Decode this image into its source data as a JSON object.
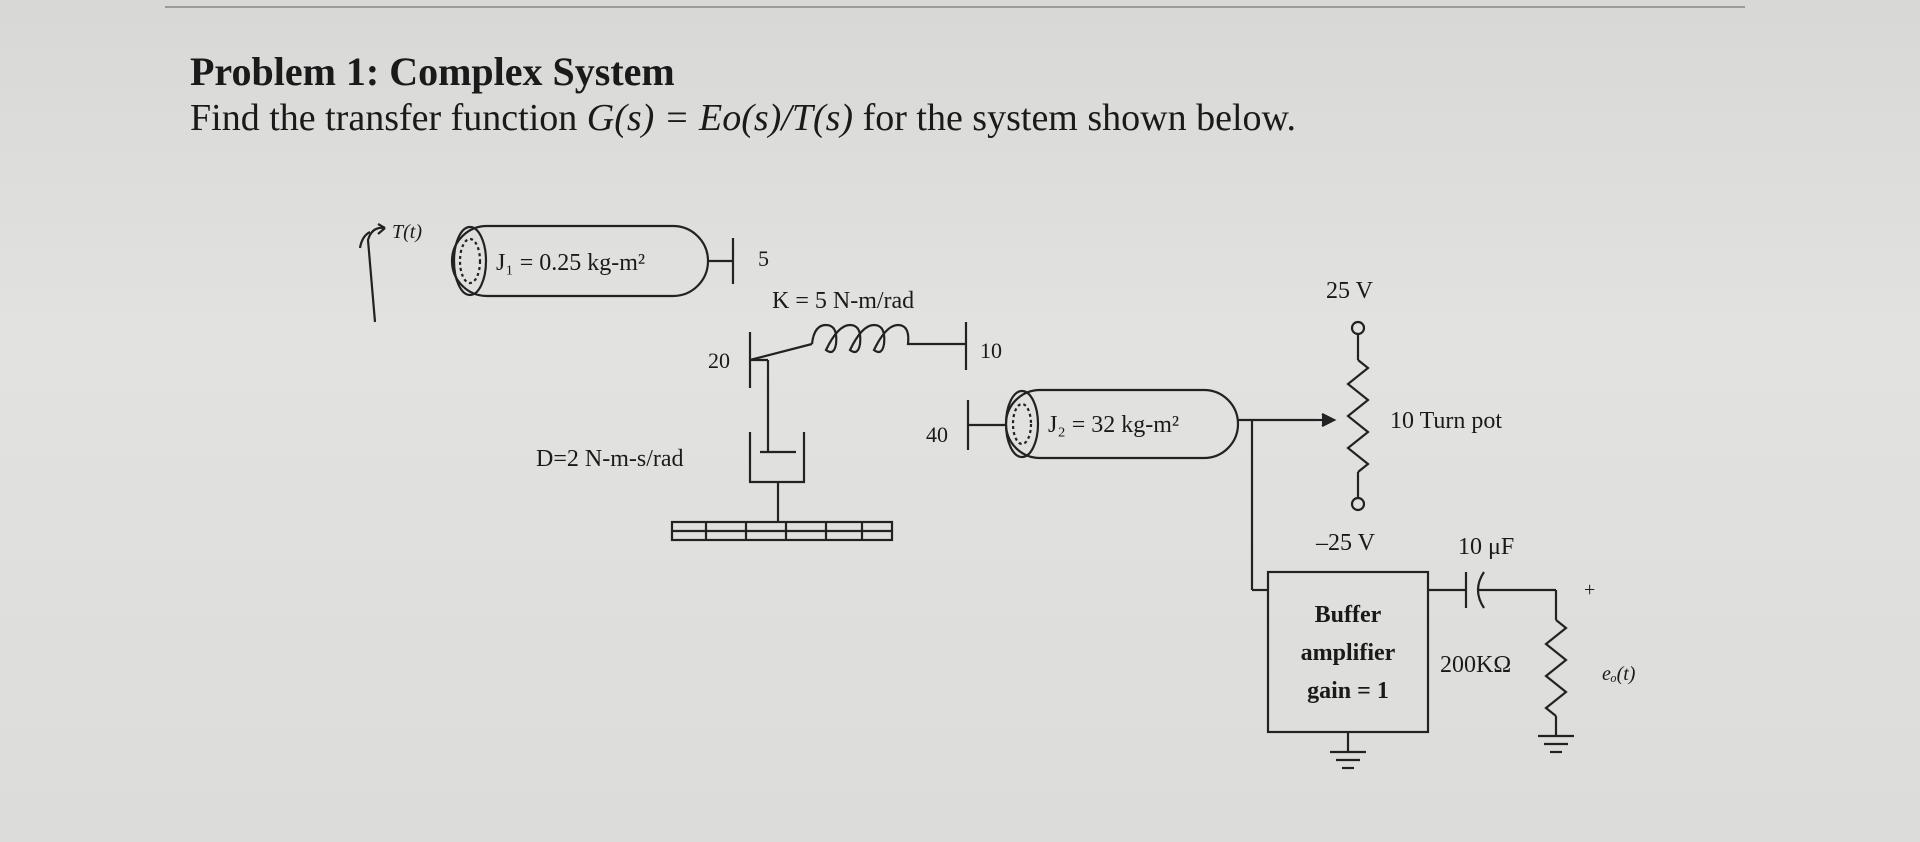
{
  "problem": {
    "title": "Problem 1: Complex System",
    "statement_prefix": "Find the transfer function ",
    "transfer_function": "G(s) = Eo(s)/T(s)",
    "statement_suffix": " for the system shown below."
  },
  "diagram": {
    "input_torque": "T(t)",
    "j1": "J₁ = 0.25 kg-m²",
    "gear_n1": "5",
    "spring": "K = 5 N-m/rad",
    "gear_n2": "20",
    "gear_n3": "10",
    "gear_n4": "40",
    "damper": "D=2 N-m-s/rad",
    "j2": "J₂ = 32 kg-m²",
    "pot_top_voltage": "25 V",
    "pot_label": "10 Turn pot",
    "pot_bottom_voltage": "–25 V",
    "capacitor": "10 μF",
    "buffer_line1": "Buffer",
    "buffer_line2": "amplifier",
    "buffer_line3": "gain = 1",
    "resistor": "200KΩ",
    "output_voltage": "eₒ(t)",
    "plus_sign": "+"
  }
}
